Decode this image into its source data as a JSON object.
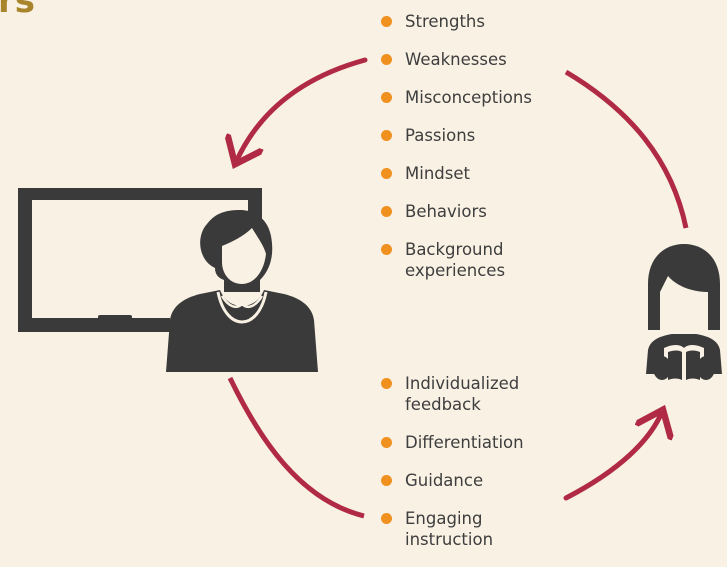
{
  "heading": "rs",
  "top_list": [
    "Strengths",
    "Weaknesses",
    "Misconceptions",
    "Passions",
    "Mindset",
    "Behaviors",
    "Background experiences"
  ],
  "bottom_list": [
    "Individualized feedback",
    "Differentiation",
    "Guidance",
    "Engaging instruction"
  ],
  "icons": {
    "teacher": "teacher-at-chalkboard-icon",
    "student": "student-reading-book-icon"
  },
  "colors": {
    "background": "#f8f1e4",
    "arrow": "#b02a45",
    "bullet": "#f0901e",
    "icon": "#3a3a3a",
    "heading": "#a8842a",
    "text": "#3e3e3e"
  }
}
